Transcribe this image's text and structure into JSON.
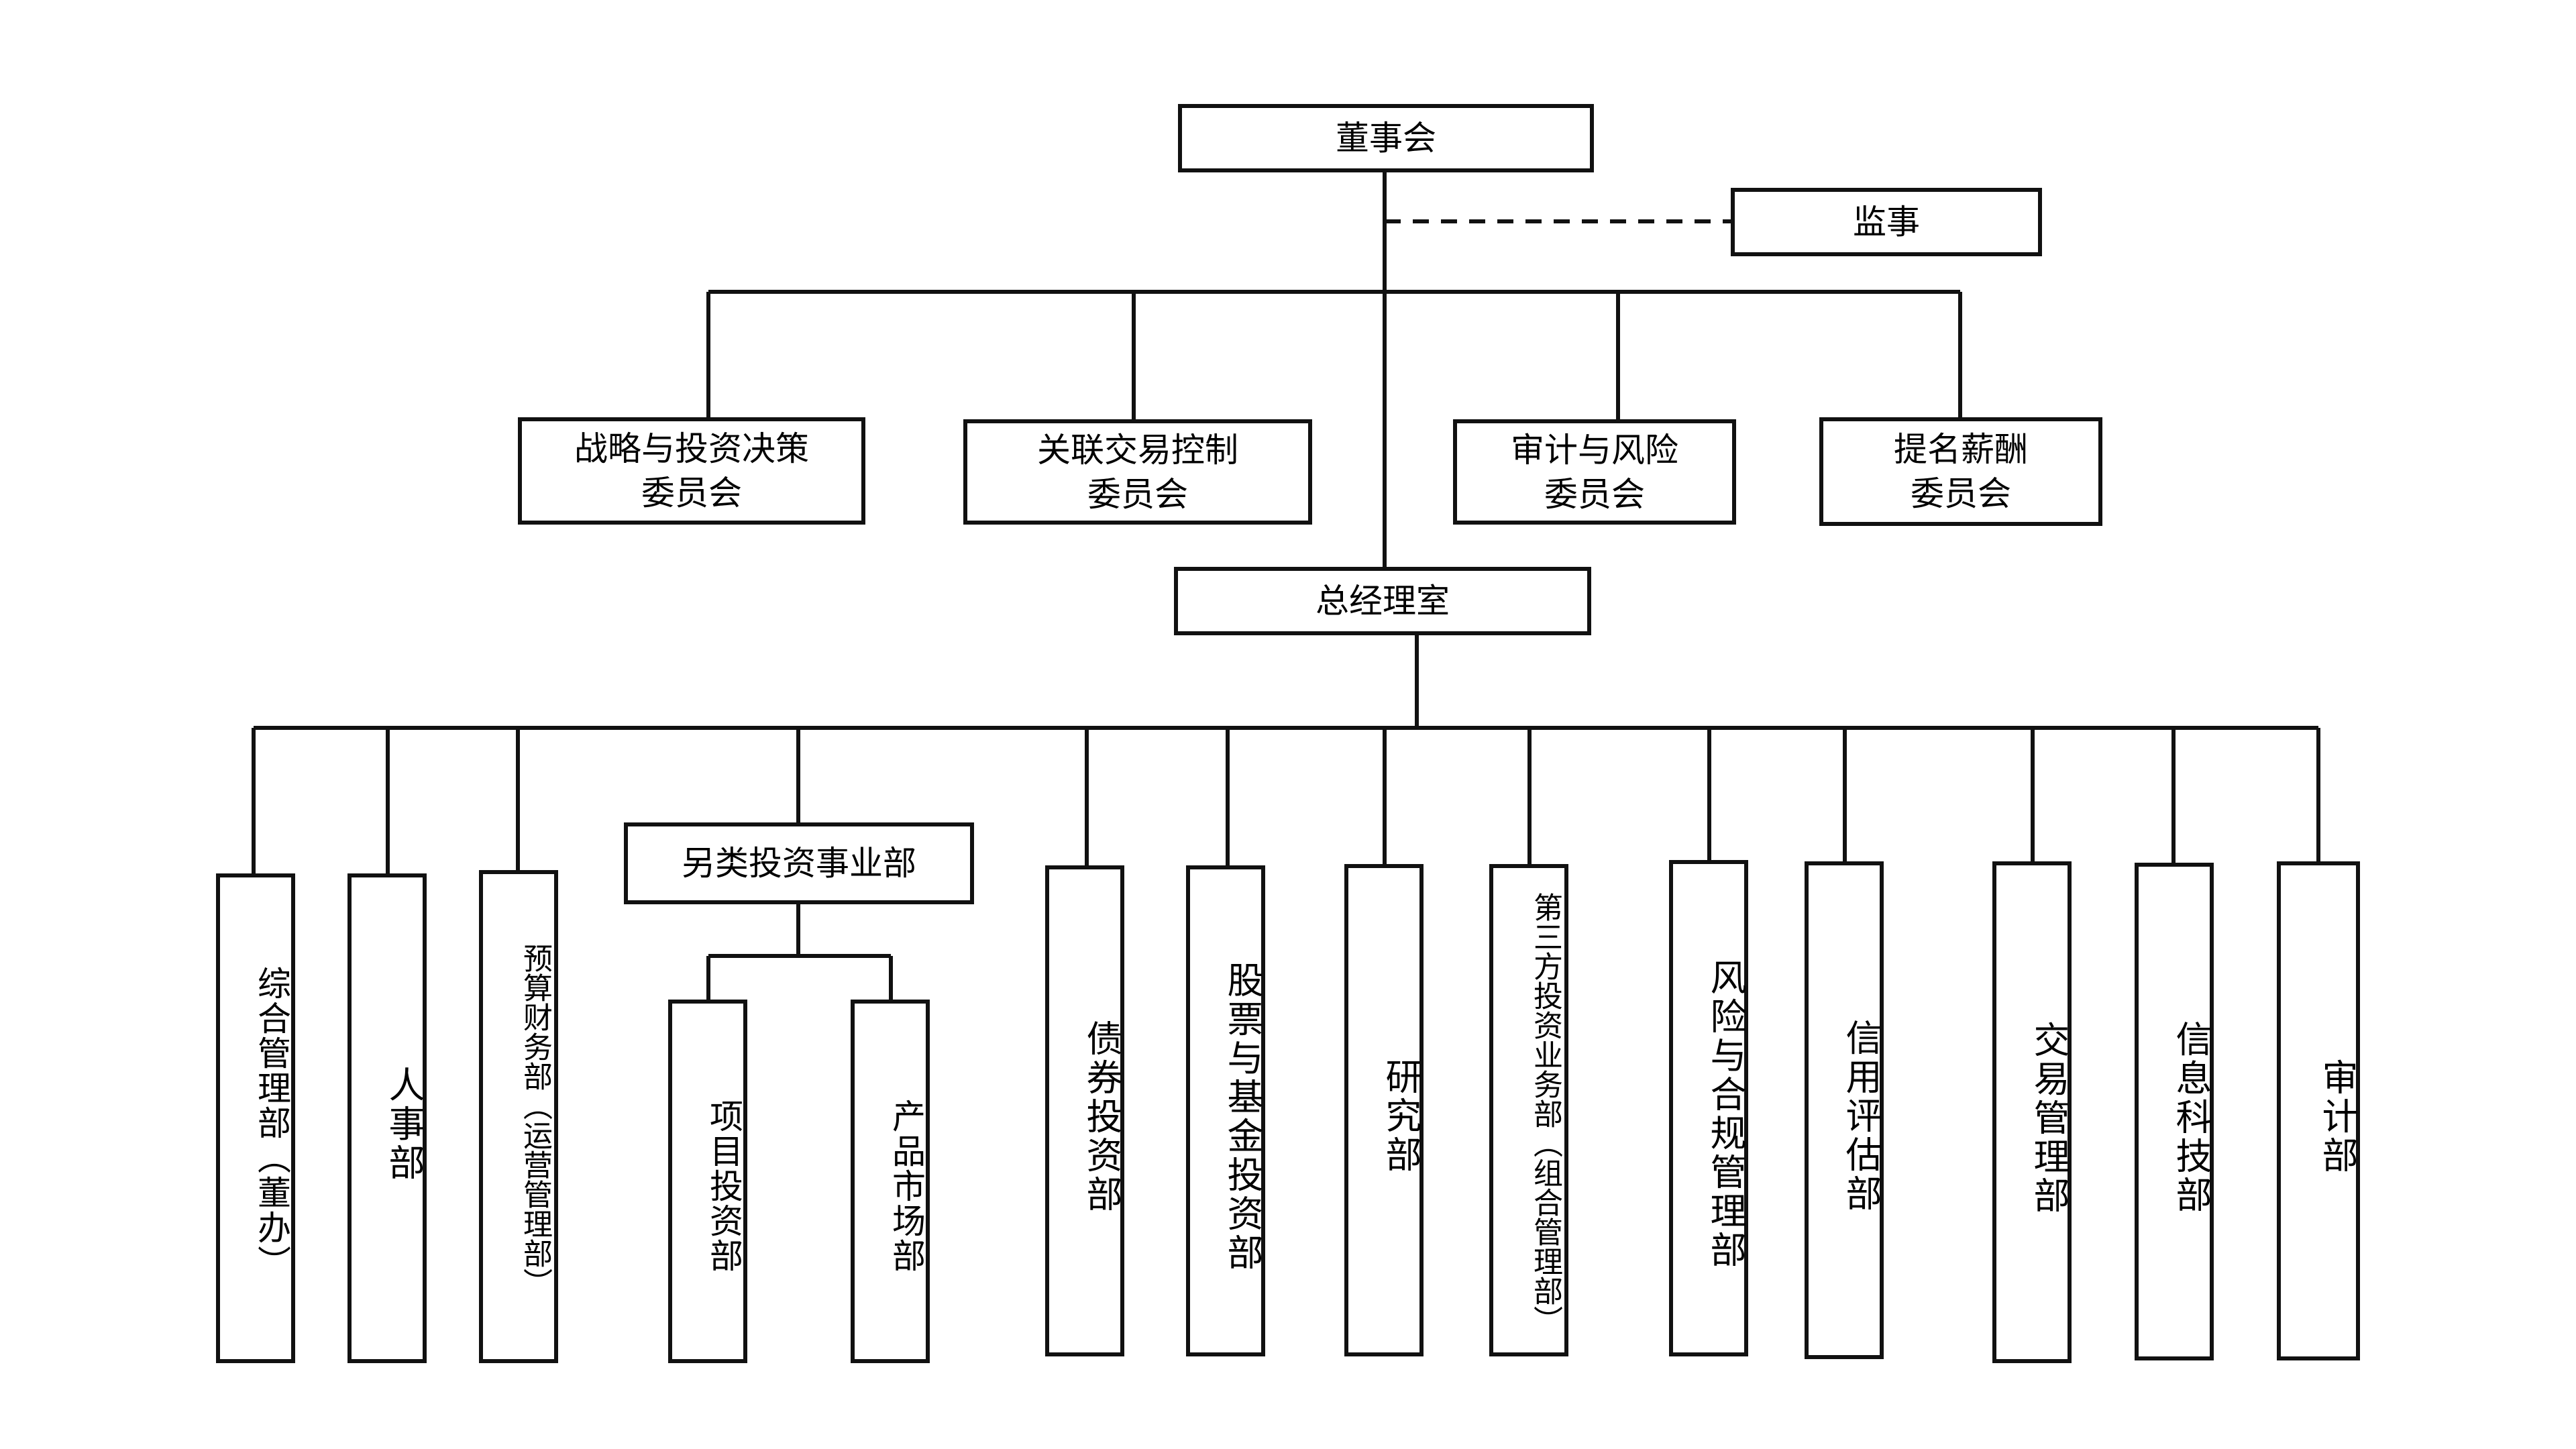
{
  "board": "董事会",
  "supervisor": "监事",
  "committees": [
    "战略与投资决策\n委员会",
    "关联交易控制\n委员会",
    "审计与风险\n委员会",
    "提名薪酬\n委员会"
  ],
  "gm_office": "总经理室",
  "alt_investment": {
    "name": "另类投资事业部",
    "children": [
      "项目投资部",
      "产品市场部"
    ]
  },
  "departments": [
    "综合管理部（董办）",
    "人事部",
    "预算财务部（运营管理部）",
    "债券投资部",
    "股票与基金投资部",
    "研究部",
    "第三方投资业务部（组合管理部）",
    "风险与合规管理部",
    "信用评估部",
    "交易管理部",
    "信息科技部",
    "审计部"
  ]
}
